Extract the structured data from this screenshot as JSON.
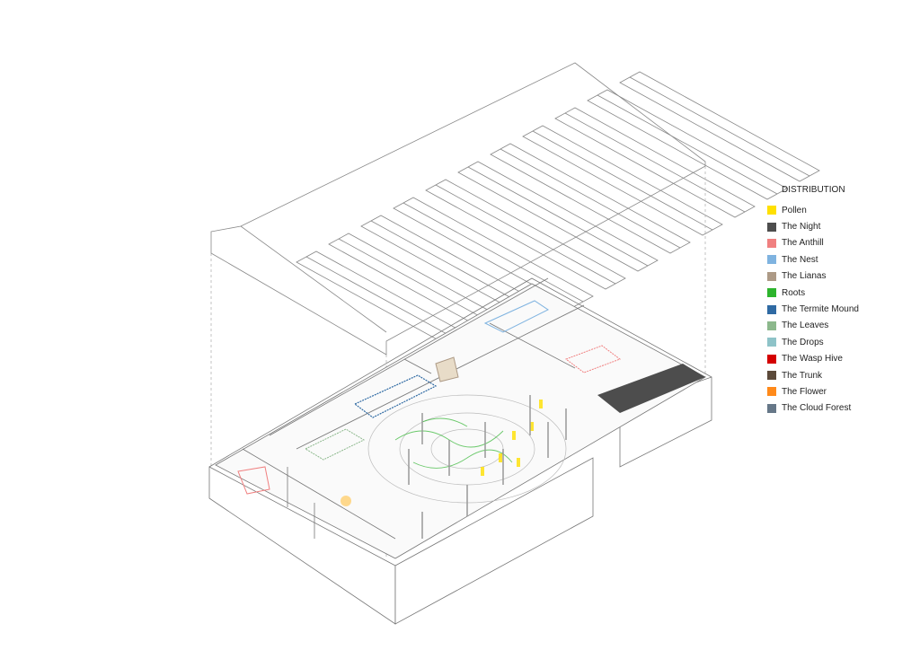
{
  "legend": {
    "title": "DISTRIBUTION",
    "items": [
      {
        "label": "Pollen",
        "color": "#ffe000"
      },
      {
        "label": "The Night",
        "color": "#4d4d4d"
      },
      {
        "label": "The Anthill",
        "color": "#f08080"
      },
      {
        "label": "The Nest",
        "color": "#7fb3e0"
      },
      {
        "label": "The Lianas",
        "color": "#ad9a86"
      },
      {
        "label": "Roots",
        "color": "#2db42d"
      },
      {
        "label": "The Termite Mound",
        "color": "#2f6aa3"
      },
      {
        "label": "The Leaves",
        "color": "#8cb88c"
      },
      {
        "label": "The Drops",
        "color": "#8ec3c8"
      },
      {
        "label": "The Wasp Hive",
        "color": "#d40000"
      },
      {
        "label": "The Trunk",
        "color": "#5c4a3a"
      },
      {
        "label": "The Flower",
        "color": "#ff8a1a"
      },
      {
        "label": "The Cloud Forest",
        "color": "#667788"
      }
    ]
  }
}
